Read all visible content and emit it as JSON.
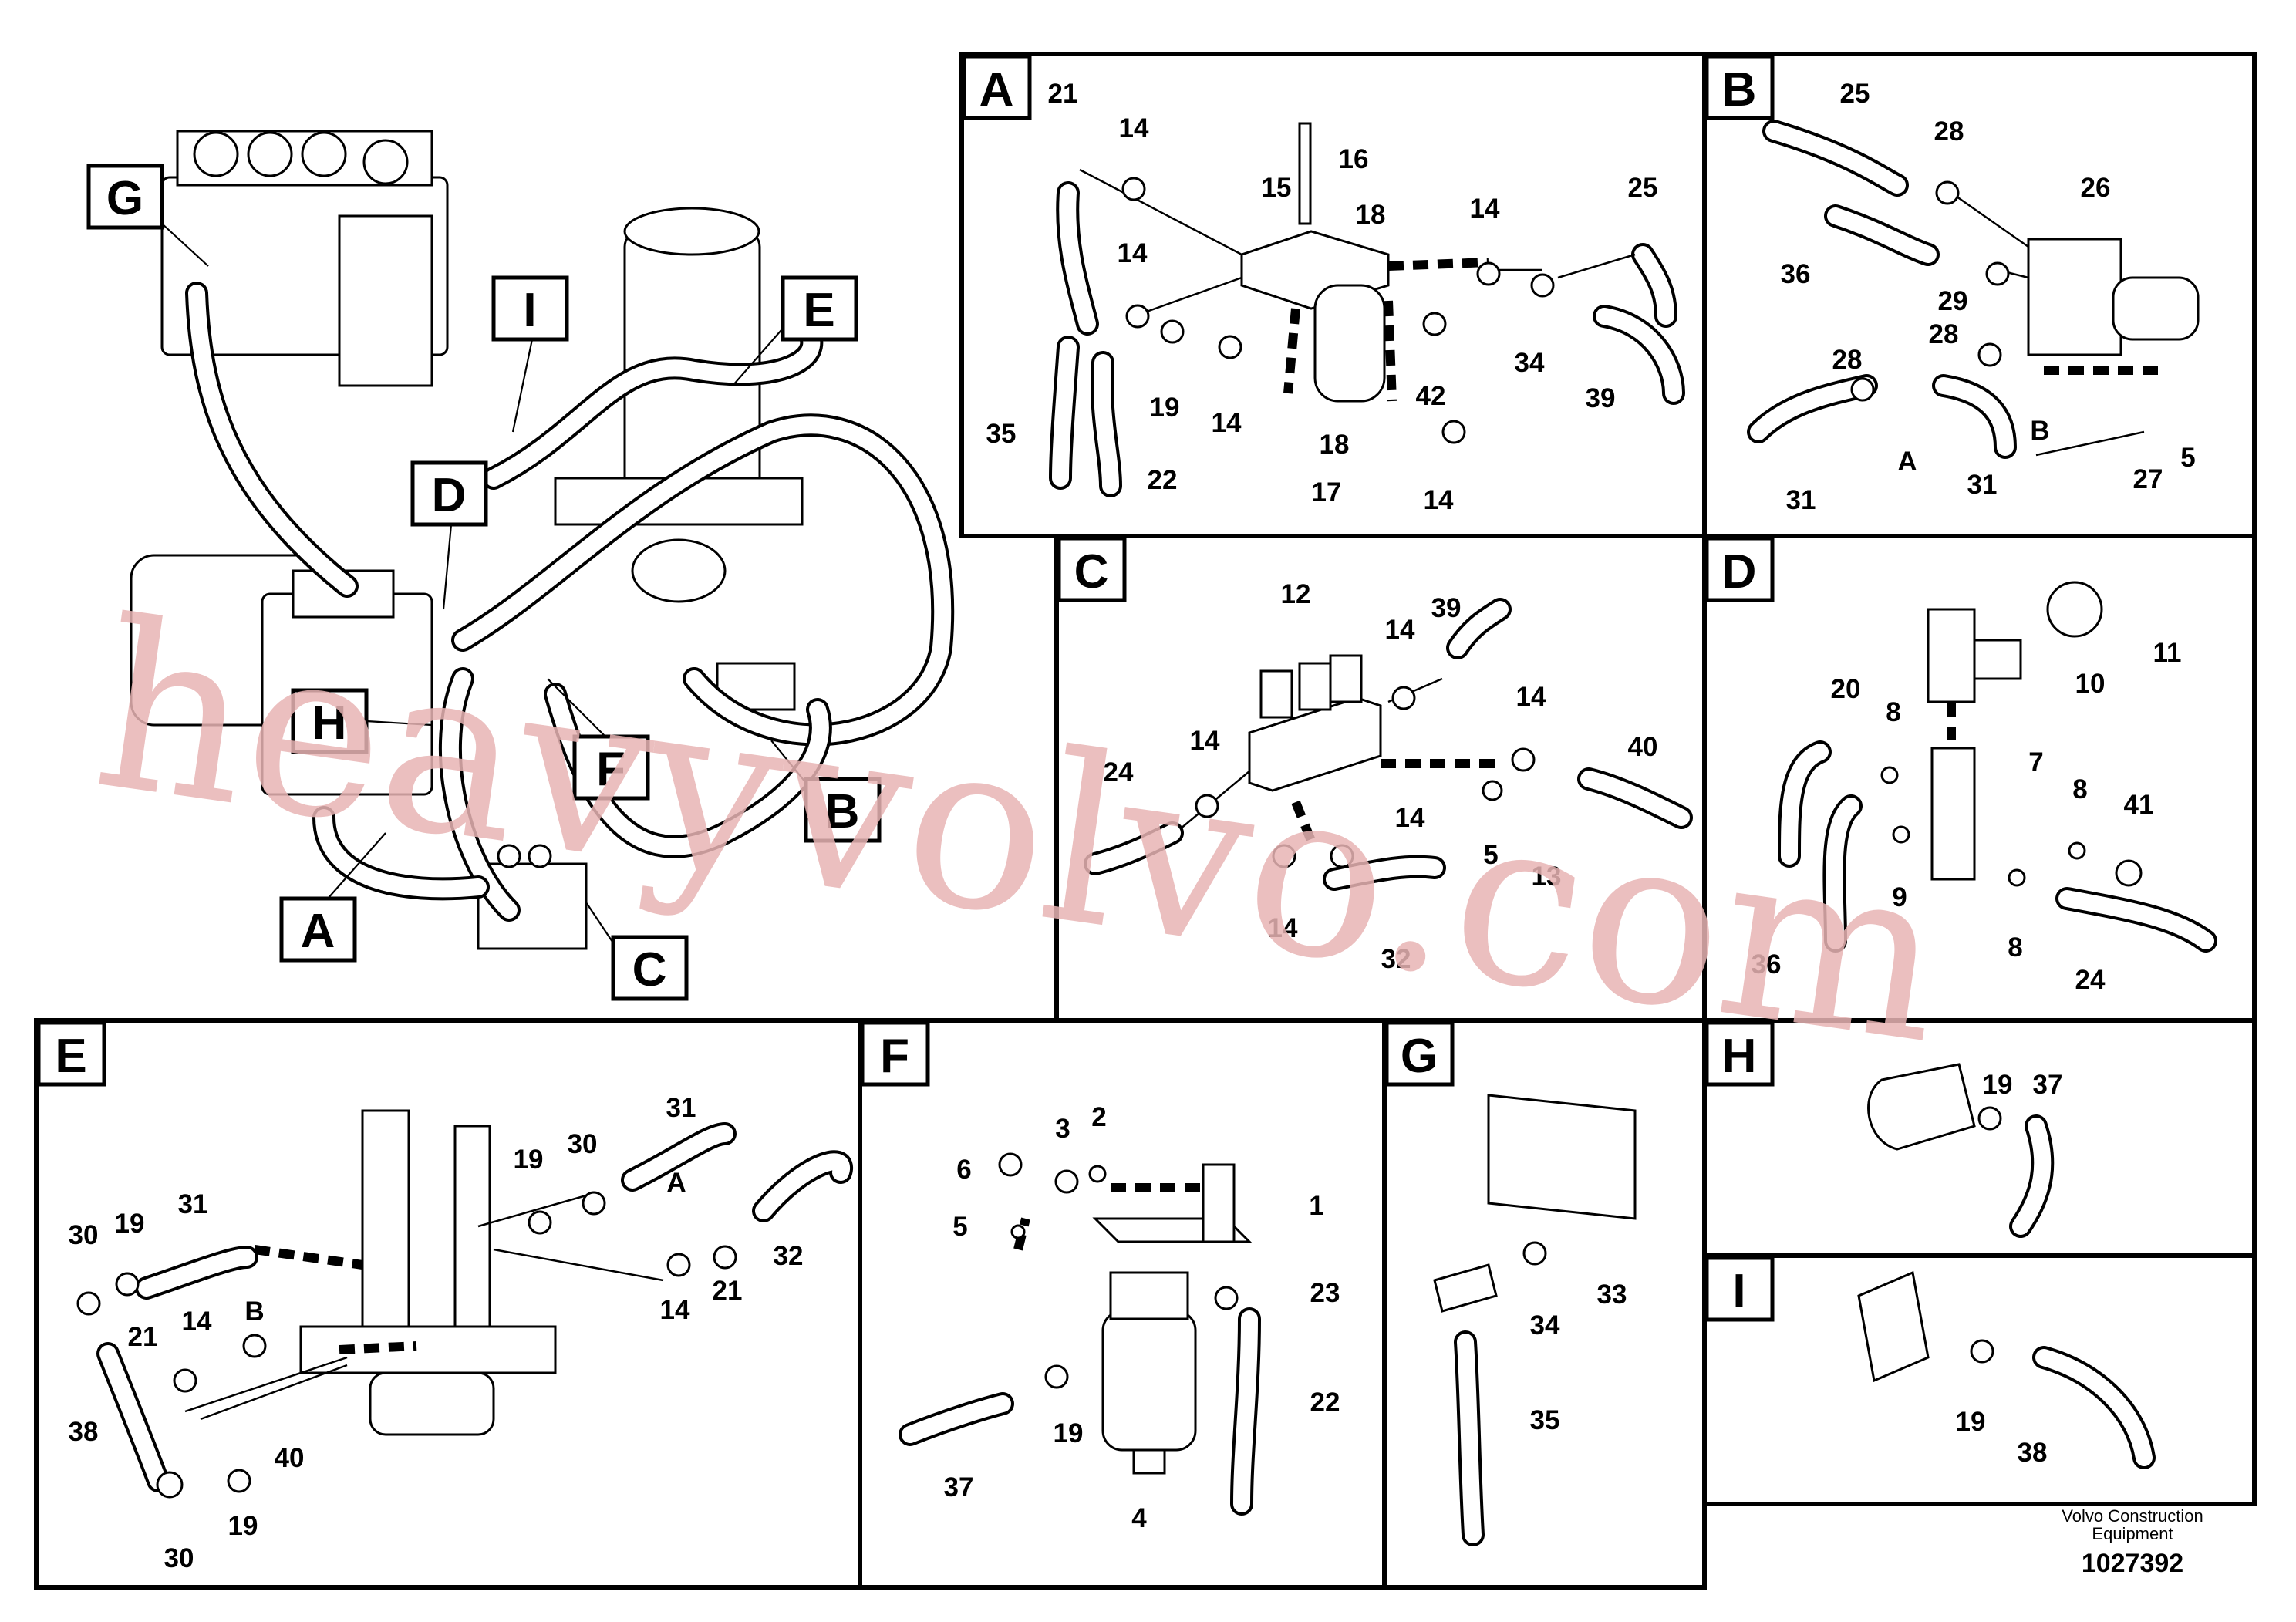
{
  "watermark": "heavyvolvo.com",
  "footer": {
    "company_line1": "Volvo Construction",
    "company_line2": "Equipment",
    "doc_number": "1027392"
  },
  "overview_tags": [
    "A",
    "B",
    "C",
    "D",
    "E",
    "F",
    "G",
    "H",
    "I"
  ],
  "views": {
    "A": {
      "tag": "A",
      "labels": [
        "21",
        "14",
        "16",
        "15",
        "18",
        "14",
        "25",
        "14",
        "35",
        "19",
        "22",
        "14",
        "18",
        "17",
        "42",
        "34",
        "39",
        "14"
      ]
    },
    "B": {
      "tag": "B",
      "labels": [
        "25",
        "28",
        "26",
        "36",
        "29",
        "28",
        "28",
        "A",
        "B",
        "31",
        "31",
        "27",
        "5"
      ]
    },
    "C": {
      "tag": "C",
      "labels": [
        "12",
        "14",
        "39",
        "14",
        "14",
        "40",
        "24",
        "14",
        "5",
        "13",
        "14",
        "32"
      ]
    },
    "D": {
      "tag": "D",
      "labels": [
        "11",
        "10",
        "20",
        "8",
        "7",
        "8",
        "41",
        "9",
        "8",
        "36",
        "24"
      ]
    },
    "E": {
      "tag": "E",
      "labels": [
        "31",
        "30",
        "19",
        "31",
        "30",
        "19",
        "A",
        "14",
        "B",
        "21",
        "21",
        "14",
        "32",
        "38",
        "40",
        "19",
        "30"
      ]
    },
    "F": {
      "tag": "F",
      "labels": [
        "3",
        "2",
        "6",
        "5",
        "1",
        "23",
        "22",
        "37",
        "19",
        "4"
      ]
    },
    "G": {
      "tag": "G",
      "labels": [
        "33",
        "34",
        "35"
      ]
    },
    "H": {
      "tag": "H",
      "labels": [
        "19",
        "37"
      ]
    },
    "I": {
      "tag": "I",
      "labels": [
        "19",
        "38"
      ]
    }
  }
}
